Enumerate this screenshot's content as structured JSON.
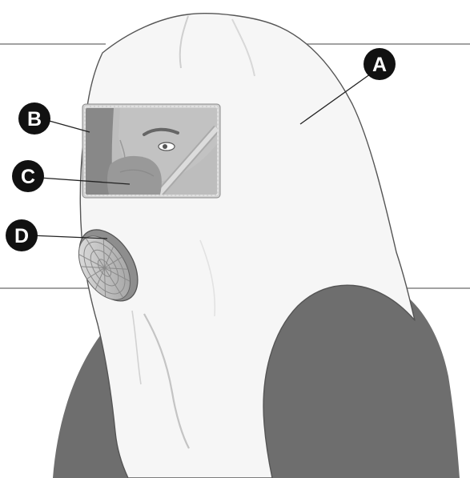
{
  "callouts": {
    "a": {
      "letter": "A"
    },
    "b": {
      "letter": "B"
    },
    "c": {
      "letter": "C"
    },
    "d": {
      "letter": "D"
    }
  },
  "colors": {
    "background": "#ffffff",
    "hood": "#f6f6f6",
    "hood_outline": "#555555",
    "shoulders": "#6e6e6e",
    "visor": "#bdbdbd",
    "visor_frame": "#d2d2d2",
    "callout_fill": "#111111",
    "callout_text": "#ffffff"
  },
  "icons": {
    "a": "protective-hood",
    "b": "visor-frame",
    "c": "inner-mask",
    "d": "respirator-filter"
  }
}
